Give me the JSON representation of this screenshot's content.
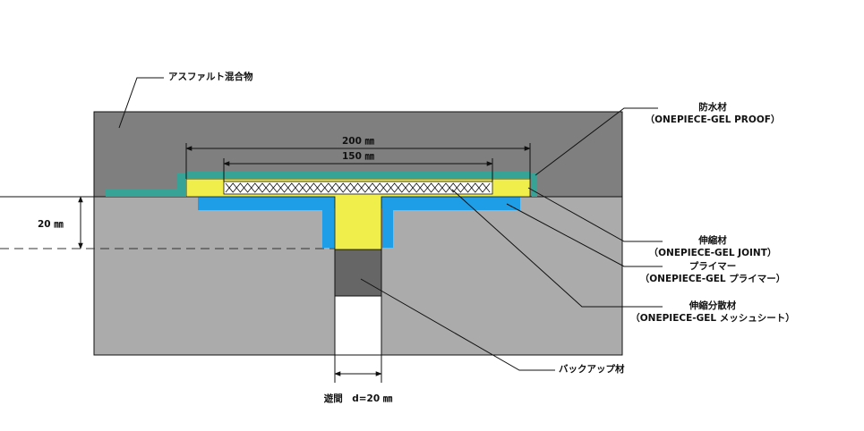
{
  "labels": {
    "asphalt": "アスファルト混合物",
    "waterproof_name": "防水材",
    "waterproof_product": "（ONEPIECE-GEL PROOF）",
    "joint_name": "伸縮材",
    "joint_product": "（ONEPIECE-GEL JOINT）",
    "primer_name": "プライマー",
    "primer_product": "（ONEPIECE-GEL プライマー）",
    "mesh_name": "伸縮分散材",
    "mesh_product": "（ONEPIECE-GEL メッシュシート）",
    "backup": "バックアップ材",
    "gap": "遊間　d=20 ㎜"
  },
  "dimensions": {
    "outer_width": "200 ㎜",
    "inner_width": "150 ㎜",
    "depth": "20 ㎜"
  },
  "colors": {
    "asphalt": "#7f7f7f",
    "concrete": "#ababab",
    "backup": "#666666",
    "waterproof": "#36a396",
    "joint": "#f0ee4a",
    "primer": "#1e9ee6",
    "line": "#111111"
  }
}
